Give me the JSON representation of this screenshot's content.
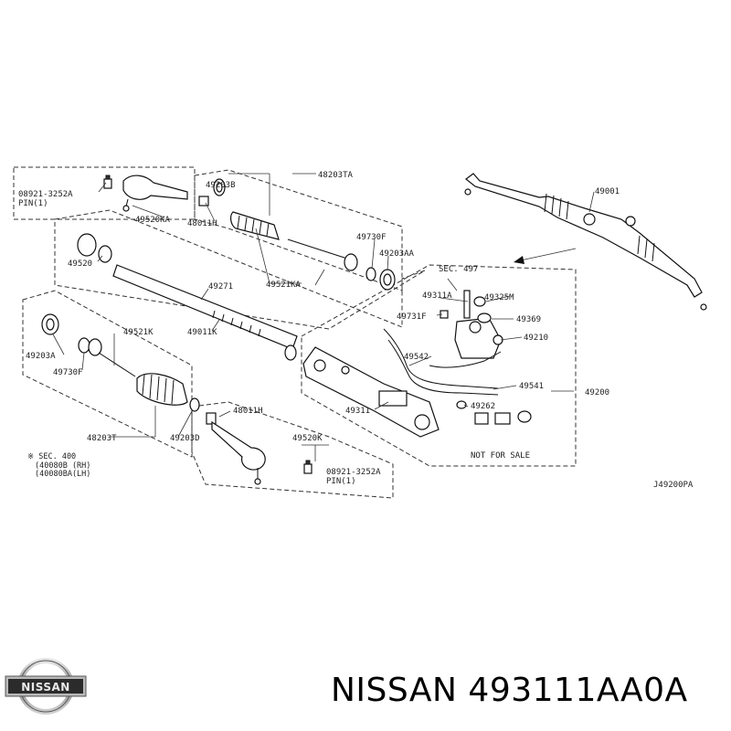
{
  "diagram": {
    "drawing_id": "J49200PA",
    "labels": {
      "p08921_top": "08921-3252A",
      "pin_top": "PIN(1)",
      "p49520KA": "49520KA",
      "p49203B": "49203B",
      "p48011H_top": "48011H",
      "p48203TA": "48203TA",
      "p49520": "49520",
      "p49730F_top": "49730F",
      "p49203AA": "49203AA",
      "p49521KA": "49521KA",
      "p49271": "49271",
      "p49011K": "49011K",
      "p49203A": "49203A",
      "p49521K": "49521K",
      "p49730F_bot": "49730F",
      "p48203T": "48203T",
      "p49203D": "49203D",
      "p48011H_bot": "48011H",
      "p49520K": "49520K",
      "p08921_bot": "08921-3252A",
      "pin_bot": "PIN(1)",
      "p49001": "49001",
      "sec497": "SEC. 497",
      "p49311A": "49311A",
      "p49325M": "49325M",
      "p49731F": "49731F",
      "p49369": "49369",
      "p49210": "49210",
      "p49542": "49542",
      "p49541": "49541",
      "p49200": "49200",
      "p49311": "49311",
      "p49262": "49262",
      "not_for_sale": "NOT FOR SALE",
      "sec400_line1": "※ SEC. 400",
      "sec400_line2": "(40080B (RH)",
      "sec400_line3": "(40080BA(LH)"
    }
  },
  "brand": {
    "logo_text": "NISSAN",
    "caption": "NISSAN 493111AA0A"
  }
}
